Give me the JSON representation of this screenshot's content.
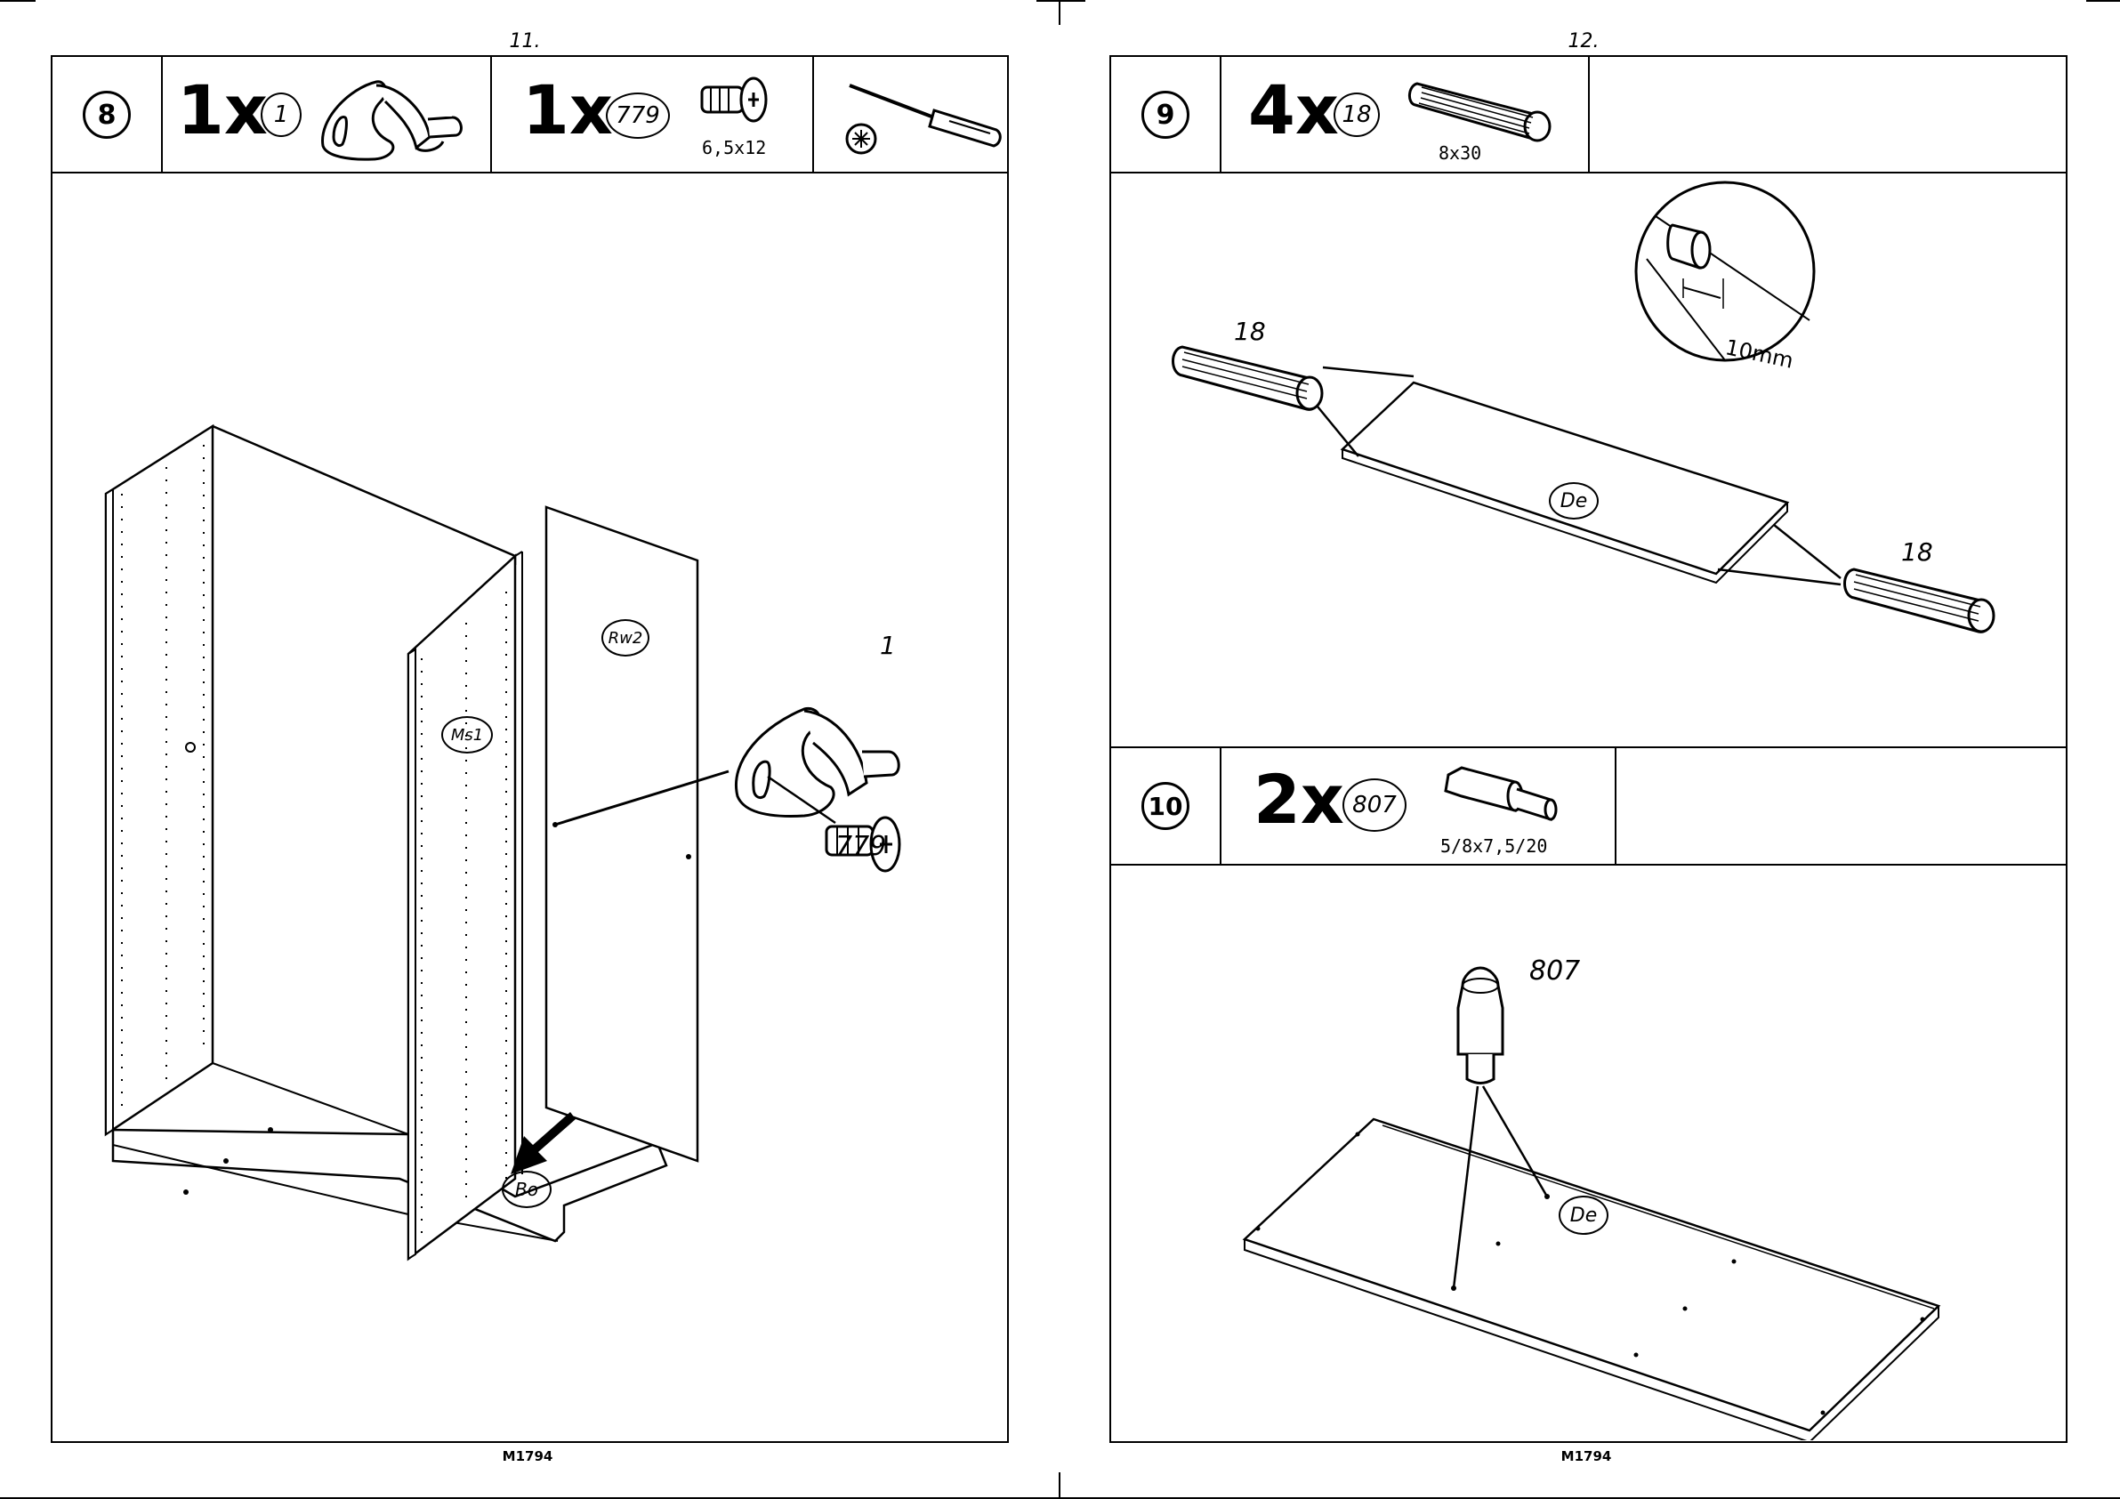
{
  "pages": [
    {
      "page_number": "11.",
      "model": "M1794",
      "step": {
        "number": "8",
        "parts": [
          {
            "qty": "1x",
            "part": "1"
          },
          {
            "qty": "1x",
            "part": "779",
            "size": "6,5x12"
          }
        ],
        "tool_icon": "screwdriver-icon"
      },
      "labels": {
        "rear_wall": "Rw2",
        "mid_side": "Ms1",
        "bottom": "Bo",
        "fitting": "1",
        "screw": "779"
      }
    },
    {
      "page_number": "12.",
      "model": "M1794",
      "steps": [
        {
          "number": "9",
          "parts": [
            {
              "qty": "4x",
              "part": "18",
              "size": "8x30"
            }
          ],
          "labels": {
            "dowel_left": "18",
            "dowel_right": "18",
            "shelf": "De",
            "detail_measure": "10mm"
          }
        },
        {
          "number": "10",
          "parts": [
            {
              "qty": "2x",
              "part": "807",
              "size": "5/8x7,5/20"
            }
          ],
          "labels": {
            "pin": "807",
            "shelf": "De"
          }
        }
      ]
    }
  ]
}
